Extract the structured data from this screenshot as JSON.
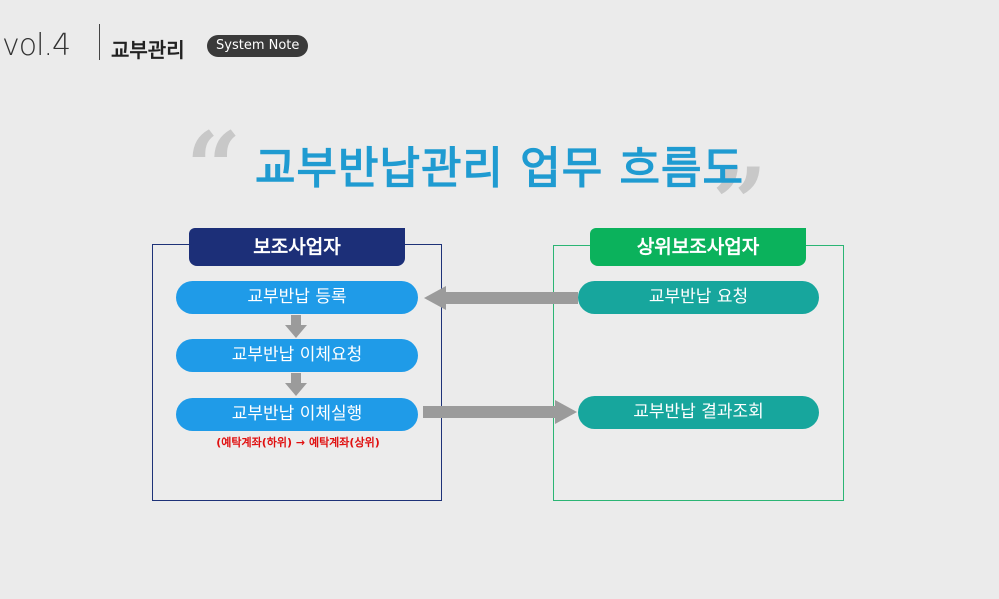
{
  "header": {
    "vol": "vol.4",
    "subtitle": "교부관리",
    "badge": "System Note"
  },
  "title": "교부반납관리 업무 흐름도",
  "quotes": {
    "open": "“",
    "close": "”"
  },
  "left_panel": {
    "label": "보조사업자",
    "steps": [
      "교부반납 등록",
      "교부반납 이체요청",
      "교부반납 이체실행"
    ],
    "note": "(예탁계좌(하위) → 예탁계좌(상위)"
  },
  "right_panel": {
    "label": "상위보조사업자",
    "steps": [
      "교부반납 요청",
      "교부반납 결과조회"
    ]
  },
  "colors": {
    "title": "#1f9bd1",
    "left_accent": "#1c2f78",
    "right_accent": "#0bb25c",
    "left_step": "#1f9be8",
    "right_step": "#17a69d",
    "arrow": "#9b9b9b",
    "note": "#e01010"
  }
}
